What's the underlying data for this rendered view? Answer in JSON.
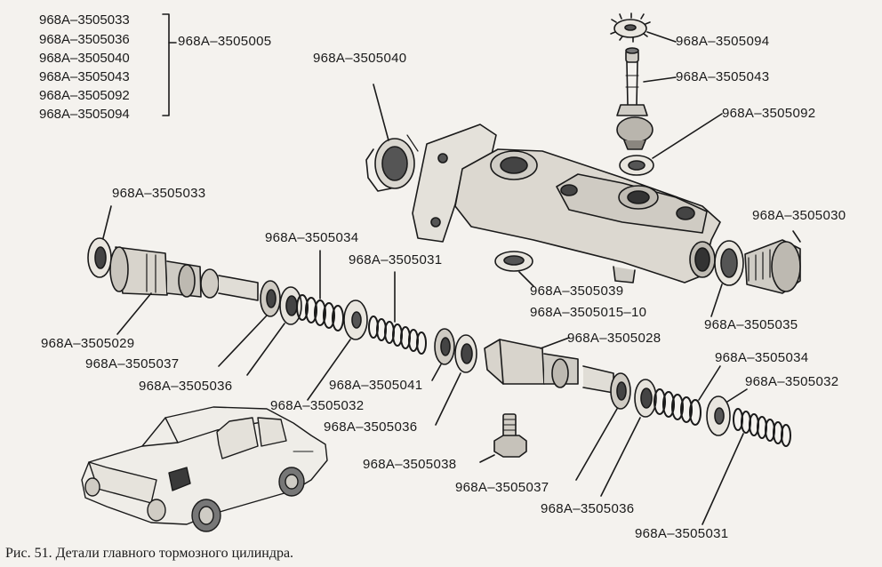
{
  "kit": {
    "parts": [
      "968A–3505033",
      "968A–3505036",
      "968A–3505040",
      "968A–3505043",
      "968A–3505092",
      "968A–3505094"
    ],
    "assembly": "968A–3505005"
  },
  "labels": {
    "p040": "968A–3505040",
    "p094": "968A–3505094",
    "p043": "968A–3505043",
    "p092": "968A–3505092",
    "p033": "968A–3505033",
    "p030": "968A–3505030",
    "p034_top": "968A–3505034",
    "p031_top": "968A–3505031",
    "p039": "968A–3505039",
    "p015": "968A–3505015–10",
    "p035": "968A–3505035",
    "p029": "968A–3505029",
    "p028": "968A–3505028",
    "p037_left": "968A–3505037",
    "p034_right": "968A–3505034",
    "p036_left": "968A–3505036",
    "p041": "968A–3505041",
    "p032_right": "968A–3505032",
    "p032_left": "968A–3505032",
    "p036_mid": "968A–3505036",
    "p038": "968A–3505038",
    "p037_bottom": "968A–3505037",
    "p036_bottom": "968A–3505036",
    "p031_bottom": "968A–3505031"
  },
  "caption": "Рис. 51. Детали главного тормозного цилиндра."
}
